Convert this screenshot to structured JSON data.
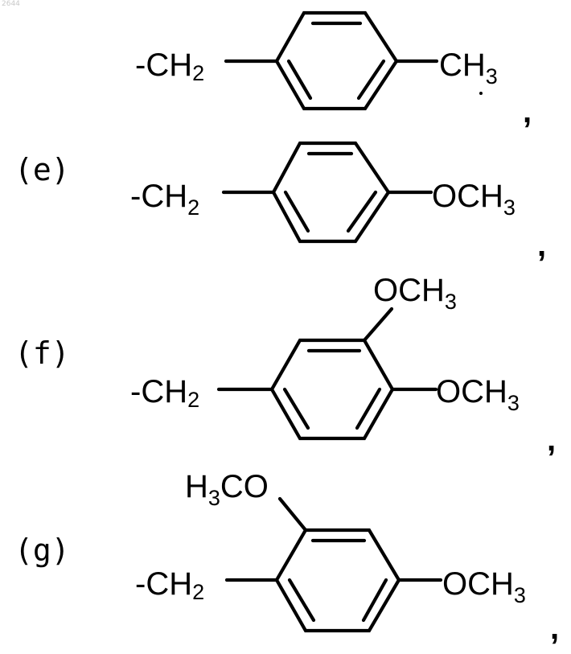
{
  "page_id": "2644",
  "ink_color": "#000000",
  "structures": [
    {
      "label": "",
      "groups": {
        "left_main": "-CH",
        "left_sub": "2",
        "right_main": "CH",
        "right_sub": "3"
      },
      "comma": ","
    },
    {
      "label": "(e)",
      "groups": {
        "left_main": "-CH",
        "left_sub": "2",
        "right_main": "OCH",
        "right_sub": "3"
      },
      "comma": ","
    },
    {
      "label": "(f)",
      "groups": {
        "left_main": "-CH",
        "left_sub": "2",
        "top_main": "OCH",
        "top_sub": "3",
        "right_main": "OCH",
        "right_sub": "3"
      },
      "comma": ","
    },
    {
      "label": "(g)",
      "groups": {
        "left_main": "-CH",
        "left_sub": "2",
        "top_pre": "H",
        "top_pre_sub": "3",
        "top_main": "CO",
        "right_main": "OCH",
        "right_sub": "3"
      },
      "comma": ","
    }
  ]
}
